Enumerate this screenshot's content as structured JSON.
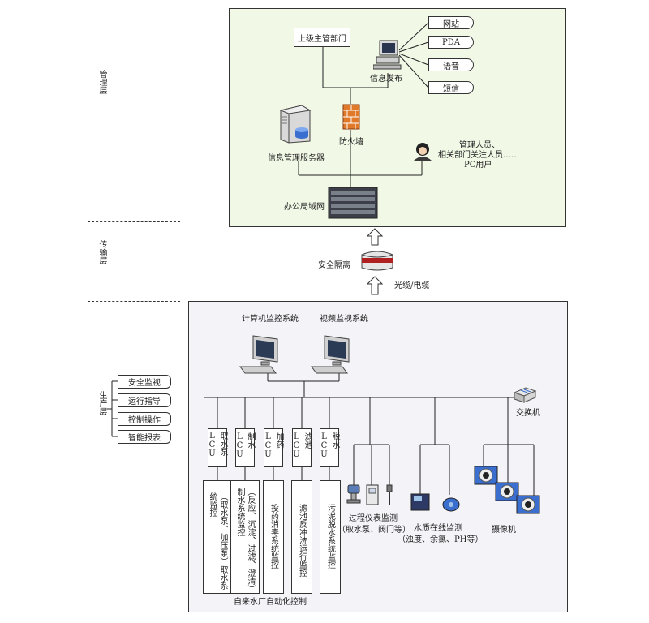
{
  "layers": {
    "management": "管理层",
    "transport": "传输层",
    "production": "生产层"
  },
  "management": {
    "superior_dept": "上级主管部门",
    "info_publish": "信息发布",
    "outputs": [
      "网站",
      "PDA",
      "语音",
      "短信"
    ],
    "firewall": "防火墙",
    "info_server": "信息管理服务器",
    "users": [
      "管理人员、",
      "相关部门关注人员……",
      "PC用户"
    ],
    "lan": "办公局域网"
  },
  "transport": {
    "security_isolation": "安全隔离",
    "cable": "光缆/电缆"
  },
  "production": {
    "computer_monitor": "计算机监控系统",
    "video_monitor": "视频监视系统",
    "switch": "交换机",
    "side_menu": [
      "安全监视",
      "运行指导",
      "控制操作",
      "智能报表"
    ],
    "lcu_units": [
      "取水泵LCU",
      "制水LCU",
      "加药LCU",
      "滤池LCU",
      "脱水LCU"
    ],
    "subsystems": [
      "（取水泵、加压泵）取水系统监控",
      "（反应、沉淀、过滤、澄清）制水系统监控",
      "投药消毒系统监控",
      "滤池反冲洗运行监控",
      "污泥脱水系统监控"
    ],
    "automation_title": "自来水厂自动化控制",
    "process_instruments": "过程仪表监测",
    "process_instruments_sub": "（取水泵、阀门等）",
    "water_quality": "水质在线监测",
    "water_quality_sub": "（浊度、余氯、PH等）",
    "camera": "摄像机"
  },
  "colors": {
    "top_panel_bg": "#f1f8e6",
    "bottom_panel_bg": "#f3f3f8",
    "firewall": "#e07a2a",
    "isolation_stripe": "#b02020"
  }
}
